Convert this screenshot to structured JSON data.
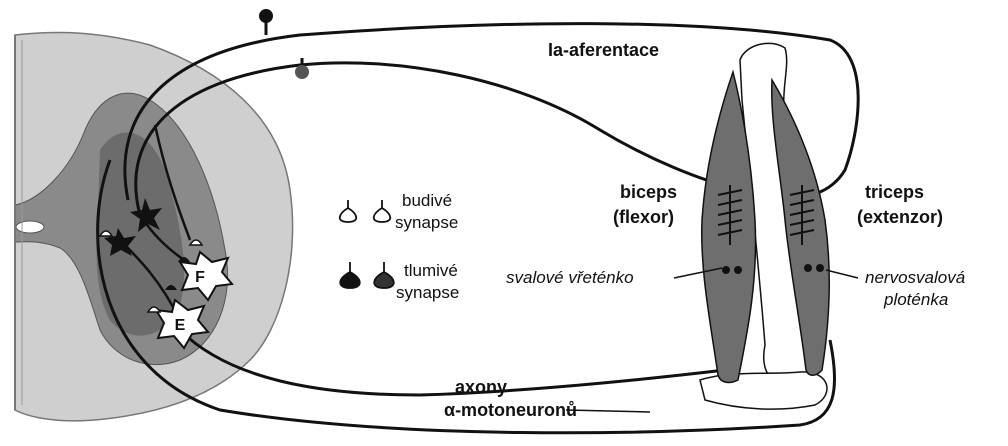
{
  "labels": {
    "afferent": "Ia-aferentace",
    "biceps": "biceps",
    "biceps_sub": "(flexor)",
    "triceps": "triceps",
    "triceps_sub": "(extenzor)",
    "excitatory_line1": "budivé",
    "excitatory_line2": "synapse",
    "inhibitory_line1": "tlumivé",
    "inhibitory_line2": "synapse",
    "spindle": "svalové vřeténko",
    "endplate_line1": "nervosvalová",
    "endplate_line2": "ploténka",
    "axons_line1": "axony",
    "axons_line2": "α-motoneuronů",
    "neuron_f": "F",
    "neuron_e": "E"
  },
  "colors": {
    "line": "#111111",
    "grey_matter": "#8c8c8c",
    "white_matter": "#c9c9c9",
    "muscle": "#6e6e6e",
    "bone": "#ffffff"
  }
}
